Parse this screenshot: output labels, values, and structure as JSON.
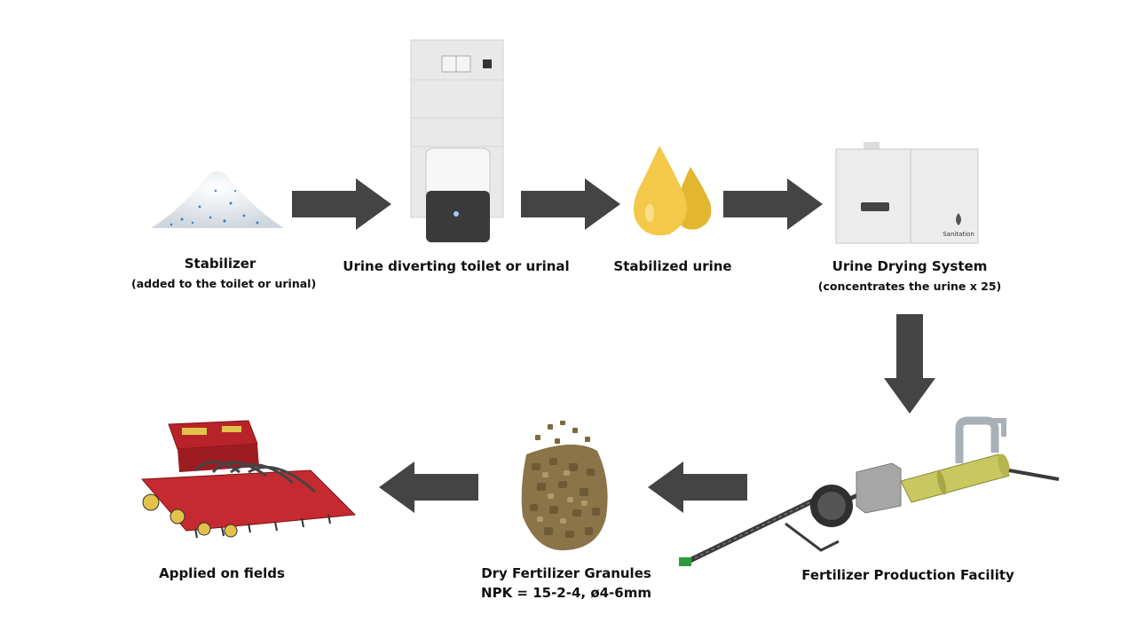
{
  "colors": {
    "arrow": "#444444",
    "urine": "#f4c94a",
    "urine_dark": "#e2b62f",
    "fertilizer_red": "#b8232a",
    "granule": "#8a7448",
    "machine_yellow": "#c9c860"
  },
  "steps": [
    {
      "title": "Stabilizer",
      "subtitle": "(added to the toilet or urinal)",
      "icon": "powder-pile-icon"
    },
    {
      "title": "Urine diverting toilet or urinal",
      "subtitle": "",
      "icon": "toilet-icon"
    },
    {
      "title": "Stabilized urine",
      "subtitle": "",
      "icon": "urine-drops-icon"
    },
    {
      "title": "Urine Drying System",
      "subtitle": "(concentrates the urine x 25)",
      "icon": "drying-unit-icon"
    },
    {
      "title": "Fertilizer Production Facility",
      "subtitle": "",
      "icon": "production-facility-icon"
    },
    {
      "title": "Dry Fertilizer Granules",
      "subtitle": "NPK = 15-2-4, ø4-6mm",
      "icon": "granules-icon"
    },
    {
      "title": "Applied on fields",
      "subtitle": "",
      "icon": "seed-drill-icon"
    }
  ],
  "drying_unit_brand": "Sanitation"
}
